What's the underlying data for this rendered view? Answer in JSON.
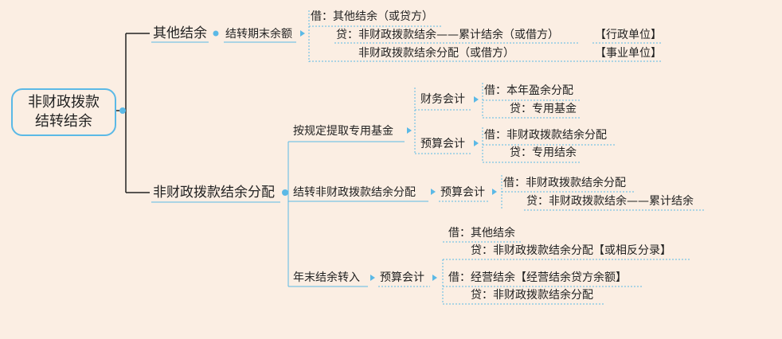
{
  "root": {
    "title": "非财政拨款\n结转结余"
  },
  "branch_other": {
    "label": "其他结余",
    "sub": "结转期末余额",
    "debit": "借：其他结余（或贷方）",
    "credit1": "贷：非财政拨款结余——累计结余（或借方）",
    "credit2": "非财政拨款结余分配（或借方）",
    "tag1": "【行政单位】",
    "tag2": "【事业单位】"
  },
  "branch_dist": {
    "label": "非财政拨款结余分配",
    "fund": {
      "label": "按规定提取专用基金",
      "fin": {
        "label": "财务会计",
        "debit": "借：本年盈余分配",
        "credit": "贷：专用基金"
      },
      "bud": {
        "label": "预算会计",
        "debit": "借：非财政拨款结余分配",
        "credit": "贷：专用结余"
      }
    },
    "transfer": {
      "label": "结转非财政拨款结余分配",
      "bud": "预算会计",
      "debit": "借：非财政拨款结余分配",
      "credit": "贷：非财政拨款结余——累计结余"
    },
    "yearend": {
      "label": "年末结余转入",
      "bud": "预算会计",
      "e1_debit": "借：其他结余",
      "e1_credit": "贷：非财政拨款结余分配【或相反分录】",
      "e2_debit": "借：经营结余【经营结余贷方余额】",
      "e2_credit": "贷：非财政拨款结余分配"
    }
  },
  "colors": {
    "accent": "#5bb9e6",
    "background": "#fbeee3",
    "line": "#222222"
  }
}
